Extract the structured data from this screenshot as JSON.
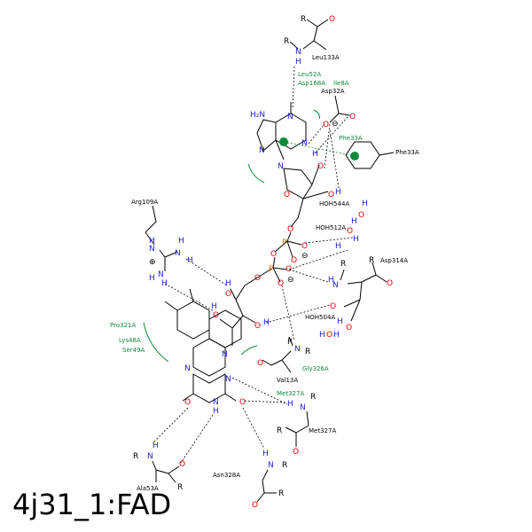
{
  "title": "4j31_1:FAD",
  "residues": {
    "leu133": "Leu133A",
    "asp32": "Asp32A",
    "phe33": "Phe33A",
    "arg109": "Arg109A",
    "asp314": "Asp314A",
    "val13": "Val13A",
    "met327": "Met327A",
    "ala53": "Ala53A",
    "asn328": "Asn328A"
  },
  "hydrophobic": {
    "leu52": "Leu52A",
    "asp168": "Asp168A",
    "ile8": "Ile8A",
    "phe33": "Phe33A",
    "pro321": "Pro321A",
    "lys48": "Lys48A",
    "ser49": "Ser49A",
    "gly326": "Gly326A",
    "met327": "Met327A"
  },
  "waters": {
    "w544": "HOH544A",
    "w512": "HOH512A",
    "w504": "HOH504A"
  },
  "atoms": {
    "N": "N",
    "O": "O",
    "H": "H",
    "P": "P",
    "R": "R",
    "NH2": "H₂N",
    "plus": "⊕",
    "minus": "⊖"
  },
  "colors": {
    "nitrogen": "#1f1fd0",
    "oxygen": "#e00000",
    "phosphorus": "#d07000",
    "hydrophobic": "#0a8a3a"
  }
}
